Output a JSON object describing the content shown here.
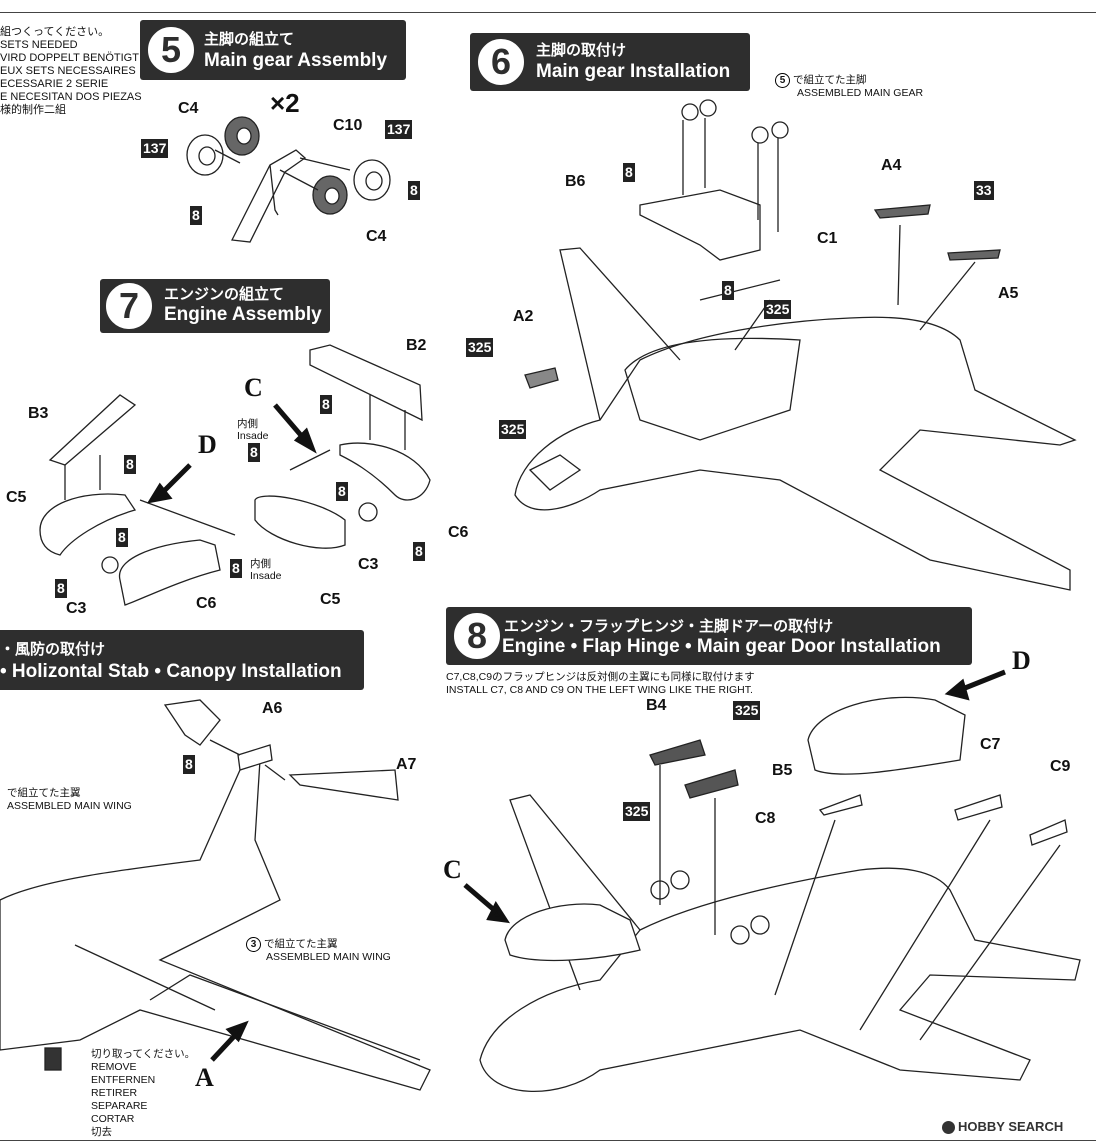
{
  "top_left_note": {
    "lines": [
      "組つくってください。",
      "SETS NEEDED",
      "VIRD DOPPELT BENÖTIGT",
      "EUX SETS NECESSAIRES",
      "ECESSARIE 2 SERIE",
      "E NECESITAN DOS PIEZAS",
      "様的制作二組"
    ]
  },
  "step5": {
    "number": "5",
    "title_ja": "主脚の組立て",
    "title_en": "Main gear Assembly",
    "multiplier": "×2",
    "labels": {
      "c4_top": "C4",
      "c10": "C10",
      "c4_bottom": "C4"
    },
    "boxes": {
      "b137_left": "137",
      "b137_right": "137",
      "b8_right": "8",
      "b8_left": "8"
    }
  },
  "step6": {
    "number": "6",
    "title_ja": "主脚の取付け",
    "title_en": "Main gear Installation",
    "ref_num": "5",
    "ref_ja": "で組立てた主脚",
    "ref_en": "ASSEMBLED MAIN GEAR",
    "labels": {
      "b6": "B6",
      "a4": "A4",
      "c1": "C1",
      "a5": "A5",
      "a2": "A2"
    },
    "boxes": {
      "b8_top": "8",
      "b33": "33",
      "b8_mid": "8",
      "b325_a": "325",
      "b325_b": "325",
      "b325_c": "325"
    }
  },
  "step7": {
    "number": "7",
    "title_ja": "エンジンの組立て",
    "title_en": "Engine Assembly",
    "labels": {
      "b2": "B2",
      "b3": "B3",
      "c5_left": "C5",
      "c3_left": "C3",
      "c6_left": "C6",
      "c5_right": "C5",
      "c3_right": "C3",
      "c6_right": "C6"
    },
    "arrows": {
      "c": "C",
      "d": "D"
    },
    "inside_ja": "内側",
    "inside_en": "Insade",
    "boxes": {
      "b8_1": "8",
      "b8_2": "8",
      "b8_3": "8",
      "b8_4": "8",
      "b8_5": "8",
      "b8_6": "8",
      "b8_7": "8",
      "b8_8": "8"
    }
  },
  "step_partial": {
    "title_ja": "・風防の取付け",
    "title_en": "• Holizontal Stab • Canopy Installation",
    "labels": {
      "a6": "A6",
      "a7": "A7"
    },
    "box_8": "8",
    "ref_top_ja": "で組立てた主翼",
    "ref_top_en": "ASSEMBLED MAIN WING",
    "ref_num": "3",
    "ref_ja": "で組立てた主翼",
    "ref_en": "ASSEMBLED MAIN WING",
    "arrow_a": "A",
    "cut_lines": [
      "切り取ってください。",
      "REMOVE",
      "ENTFERNEN",
      "RETIRER",
      "SEPARARE",
      "CORTAR",
      "切去"
    ]
  },
  "step8": {
    "number": "8",
    "title_ja": "エンジン・フラップヒンジ・主脚ドアーの取付け",
    "title_en": "Engine • Flap Hinge • Main gear Door Installation",
    "note_ja": "C7,C8,C9のフラップヒンジは反対側の主翼にも同様に取付けます",
    "note_en": "INSTALL C7, C8 AND C9 ON THE LEFT WING LIKE THE RIGHT.",
    "labels": {
      "b4": "B4",
      "b5": "B5",
      "c7": "C7",
      "c8": "C8",
      "c9": "C9"
    },
    "boxes": {
      "b325_top": "325",
      "b325_left": "325"
    },
    "arrows": {
      "d": "D",
      "c": "C"
    }
  },
  "watermark": "HOBBY SEARCH"
}
